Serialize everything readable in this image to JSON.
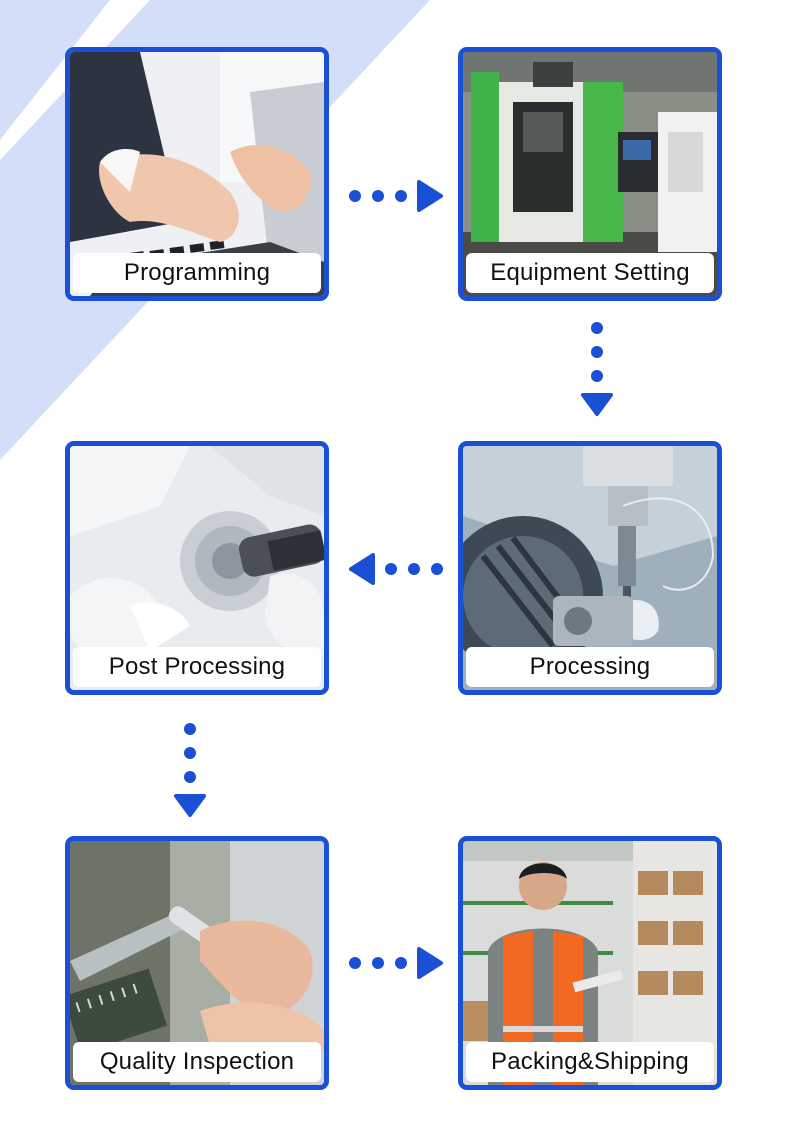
{
  "colors": {
    "accent": "#1a4fd6",
    "stripe": "#d3def8",
    "label_bg": "#ffffff",
    "label_text": "#111111"
  },
  "steps": [
    {
      "label": "Programming",
      "photo": "hands-typing-on-laptop"
    },
    {
      "label": "Equipment Setting",
      "photo": "cnc-machine-workshop"
    },
    {
      "label": "Processing",
      "photo": "cnc-milling-spindle"
    },
    {
      "label": "Post Processing",
      "photo": "gloved-hands-holding-part"
    },
    {
      "label": "Quality Inspection",
      "photo": "caliper-measuring-pin"
    },
    {
      "label": "Packing&Shipping",
      "photo": "warehouse-worker-with-tablet"
    }
  ],
  "connectors": [
    {
      "from": "Programming",
      "to": "Equipment Setting",
      "direction": "right"
    },
    {
      "from": "Equipment Setting",
      "to": "Processing",
      "direction": "down"
    },
    {
      "from": "Processing",
      "to": "Post Processing",
      "direction": "left"
    },
    {
      "from": "Post Processing",
      "to": "Quality Inspection",
      "direction": "down"
    },
    {
      "from": "Quality Inspection",
      "to": "Packing&Shipping",
      "direction": "right"
    }
  ]
}
